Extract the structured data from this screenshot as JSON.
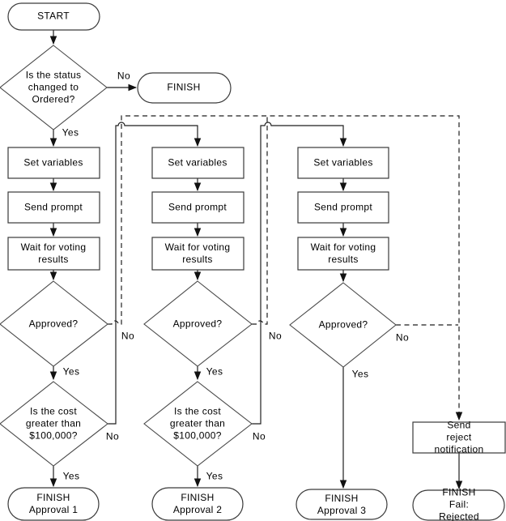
{
  "diagram_type": "flowchart",
  "nodes": {
    "start": "START",
    "status_check": "Is the status\nchanged to\nOrdered?",
    "finish": "FINISH",
    "set_variables": "Set variables",
    "send_prompt": "Send prompt",
    "wait_voting": "Wait for voting\nresults",
    "approved": "Approved?",
    "cost_check": "Is the cost\ngreater than\n$100,000?",
    "finish_approval_1": "FINISH\nApproval 1",
    "finish_approval_2": "FINISH\nApproval 2",
    "finish_approval_3": "FINISH\nApproval 3",
    "send_reject": "Send reject\nnotification",
    "finish_fail": "FINISH\nFail: Rejected"
  },
  "labels": {
    "yes": "Yes",
    "no": "No"
  },
  "colors": {
    "line": "#1f1f1f",
    "shape_border": "#3a3a3a",
    "text": "#000000",
    "background": "#ffffff"
  }
}
